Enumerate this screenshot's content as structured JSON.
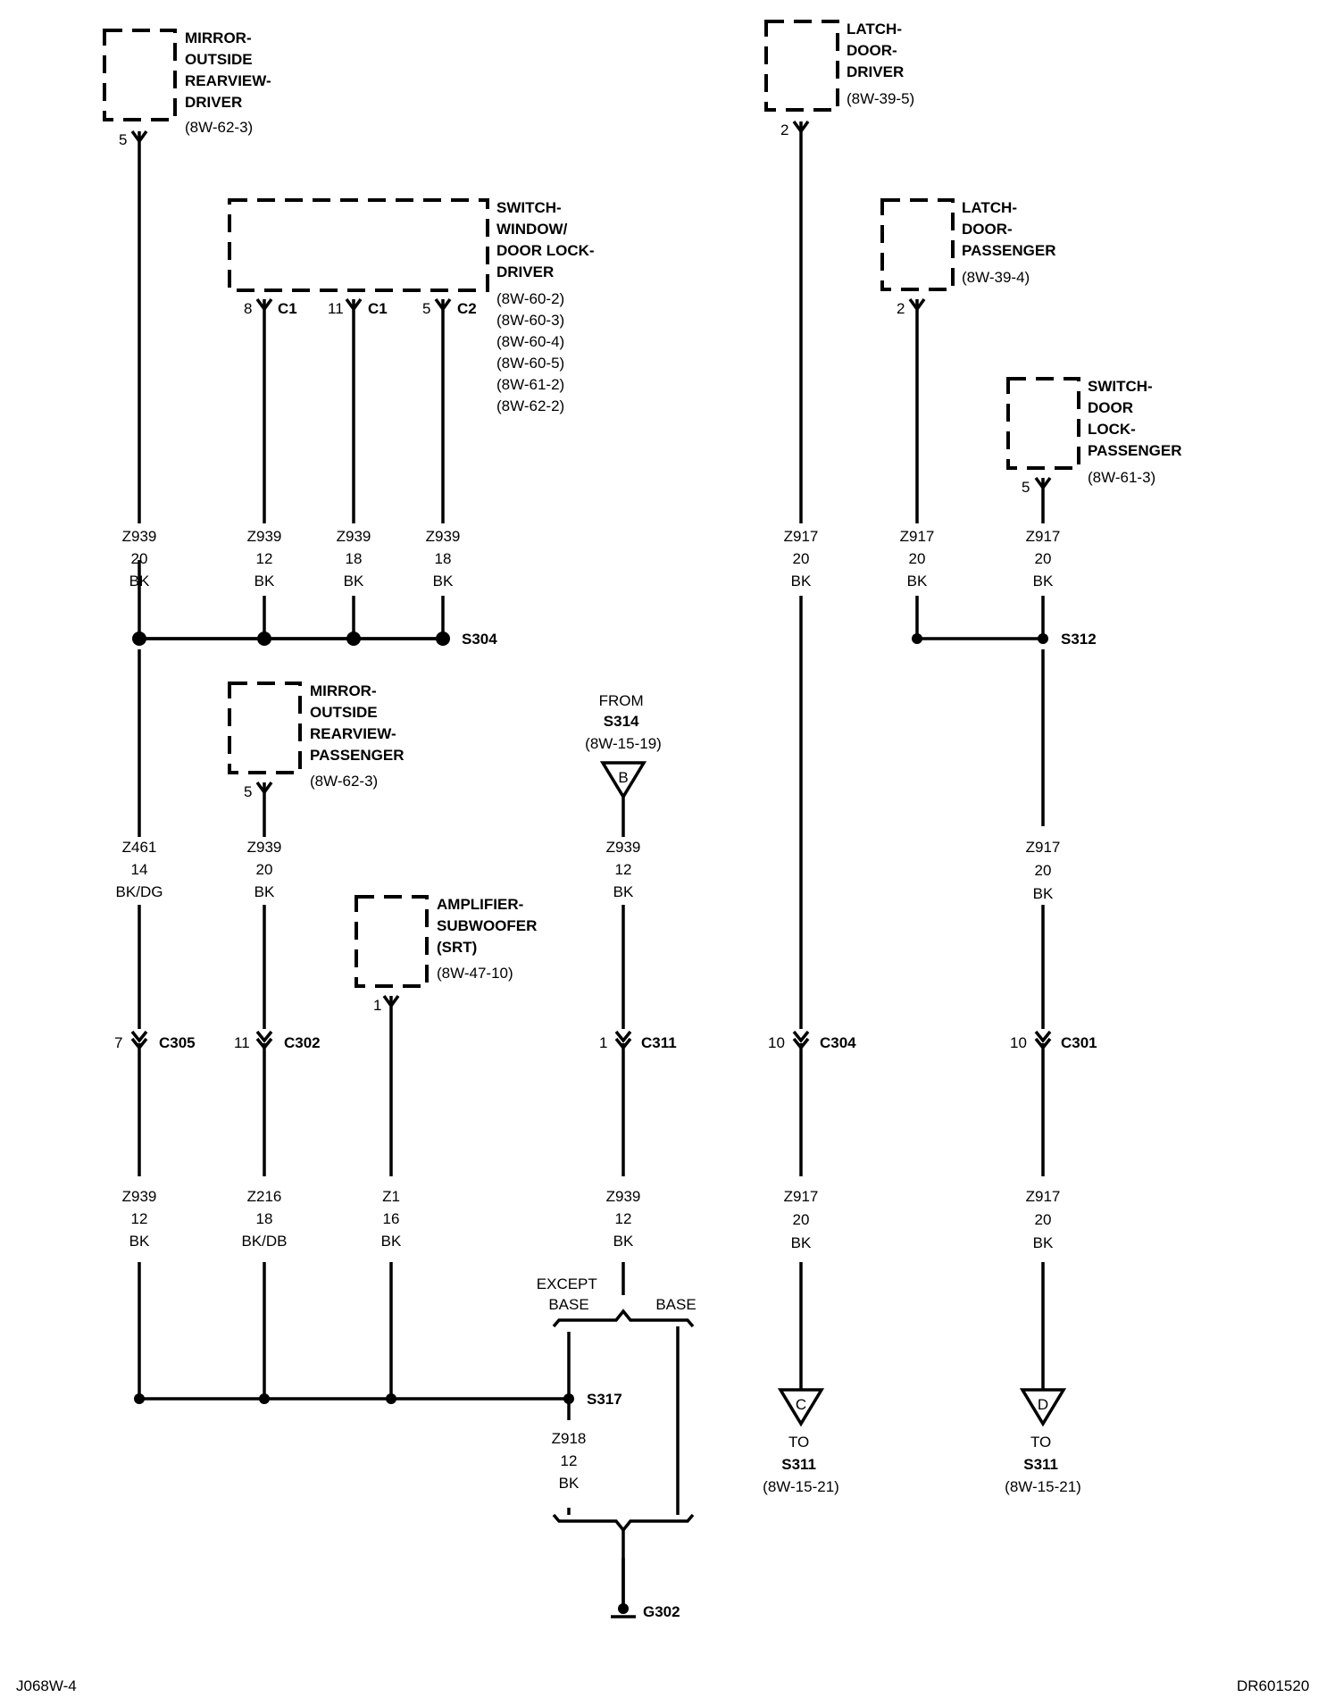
{
  "components": {
    "mirror_driver": {
      "label": [
        "MIRROR-",
        "OUTSIDE",
        "REARVIEW-",
        "DRIVER"
      ],
      "ref": [
        "(8W-62-3)"
      ],
      "pin": "5"
    },
    "switch_window_driver": {
      "label": [
        "SWITCH-",
        "WINDOW/",
        "DOOR LOCK-",
        "DRIVER"
      ],
      "ref": [
        "(8W-60-2)",
        "(8W-60-3)",
        "(8W-60-4)",
        "(8W-60-5)",
        "(8W-61-2)",
        "(8W-62-2)"
      ],
      "pins": [
        {
          "pin": "8",
          "conn": "C1"
        },
        {
          "pin": "11",
          "conn": "C1"
        },
        {
          "pin": "5",
          "conn": "C2"
        }
      ]
    },
    "latch_driver": {
      "label": [
        "LATCH-",
        "DOOR-",
        "DRIVER"
      ],
      "ref": [
        "(8W-39-5)"
      ],
      "pin": "2"
    },
    "latch_passenger": {
      "label": [
        "LATCH-",
        "DOOR-",
        "PASSENGER"
      ],
      "ref": [
        "(8W-39-4)"
      ],
      "pin": "2"
    },
    "switch_lock_passenger": {
      "label": [
        "SWITCH-",
        "DOOR",
        "LOCK-",
        "PASSENGER"
      ],
      "ref": [
        "(8W-61-3)"
      ],
      "pin": "5"
    },
    "mirror_passenger": {
      "label": [
        "MIRROR-",
        "OUTSIDE",
        "REARVIEW-",
        "PASSENGER"
      ],
      "ref": [
        "(8W-62-3)"
      ],
      "pin": "5"
    },
    "amplifier": {
      "label": [
        "AMPLIFIER-",
        "SUBWOOFER",
        "(SRT)"
      ],
      "ref": [
        "(8W-47-10)"
      ],
      "pin": "1"
    }
  },
  "wires": {
    "w1": [
      "Z939",
      "20",
      "BK"
    ],
    "w2": [
      "Z939",
      "12",
      "BK"
    ],
    "w3": [
      "Z939",
      "18",
      "BK"
    ],
    "w4": [
      "Z939",
      "18",
      "BK"
    ],
    "w5": [
      "Z917",
      "20",
      "BK"
    ],
    "w6": [
      "Z917",
      "20",
      "BK"
    ],
    "w7": [
      "Z917",
      "20",
      "BK"
    ],
    "w8": [
      "Z461",
      "14",
      "BK/DG"
    ],
    "w9": [
      "Z939",
      "20",
      "BK"
    ],
    "w10": [
      "Z939",
      "12",
      "BK"
    ],
    "w11": [
      "Z917",
      "20",
      "BK"
    ],
    "w12": [
      "Z939",
      "12",
      "BK"
    ],
    "w13": [
      "Z216",
      "18",
      "BK/DB"
    ],
    "w14": [
      "Z1",
      "16",
      "BK"
    ],
    "w15": [
      "Z939",
      "12",
      "BK"
    ],
    "w16": [
      "Z917",
      "20",
      "BK"
    ],
    "w17": [
      "Z917",
      "20",
      "BK"
    ],
    "w18": [
      "Z918",
      "12",
      "BK"
    ]
  },
  "splices": {
    "s304": "S304",
    "s312": "S312",
    "s317": "S317"
  },
  "connectors": {
    "c305": {
      "pin": "7",
      "name": "C305"
    },
    "c302": {
      "pin": "11",
      "name": "C302"
    },
    "c311": {
      "pin": "1",
      "name": "C311"
    },
    "c304": {
      "pin": "10",
      "name": "C304"
    },
    "c301": {
      "pin": "10",
      "name": "C301"
    }
  },
  "offpage": {
    "from_b": {
      "letter": "B",
      "text": [
        "FROM",
        "S314",
        "(8W-15-19)"
      ]
    },
    "to_c": {
      "letter": "C",
      "text": [
        "TO",
        "S311",
        "(8W-15-21)"
      ]
    },
    "to_d": {
      "letter": "D",
      "text": [
        "TO",
        "S311",
        "(8W-15-21)"
      ]
    }
  },
  "options": {
    "except_base": [
      "EXCEPT",
      "BASE"
    ],
    "base": "BASE"
  },
  "ground": "G302",
  "footer": {
    "left": "J068W-4",
    "right": "DR601520"
  }
}
